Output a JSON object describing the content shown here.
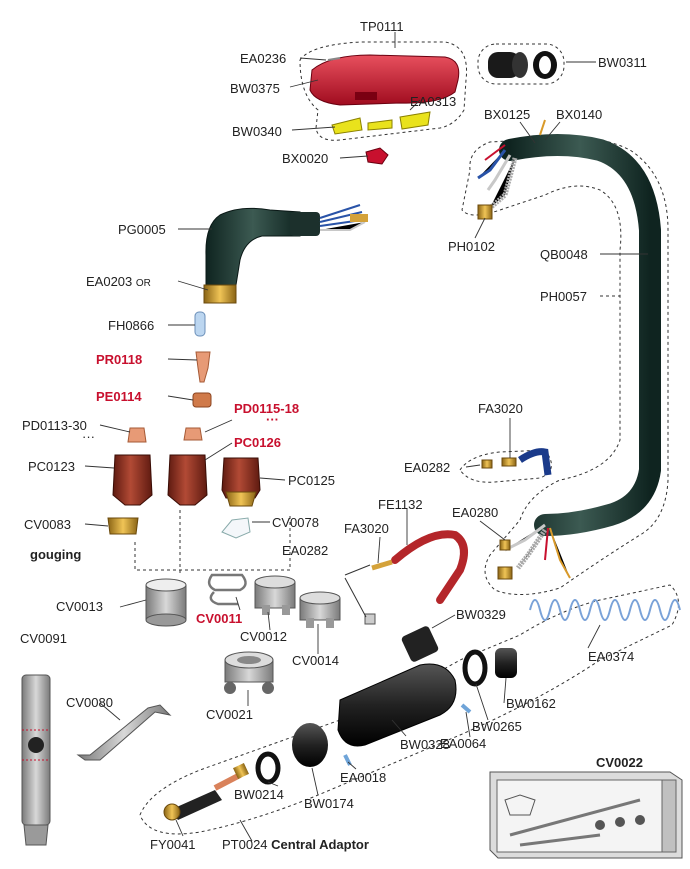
{
  "parts": {
    "tp0111": "TP0111",
    "ea0236": "EA0236",
    "bw0311": "BW0311",
    "bw0375": "BW0375",
    "ea0313": "EA0313",
    "bw0340": "BW0340",
    "bx0020": "BX0020",
    "bx0125": "BX0125",
    "bx0140": "BX0140",
    "pg0005": "PG0005",
    "ph0102": "PH0102",
    "qb0048": "QB0048",
    "ea0203": "EA0203",
    "ea0203_suffix": "OR",
    "ph0057": "PH0057",
    "fh0866": "FH0866",
    "pr0118": "PR0118",
    "pe0114": "PE0114",
    "pd0115_18": "PD0115-18",
    "pd0113_30": "PD0113-30",
    "pc0126": "PC0126",
    "fa3020_top": "FA3020",
    "pc0123": "PC0123",
    "pc0125": "PC0125",
    "ea0282_top": "EA0282",
    "fe1132": "FE1132",
    "cv0083": "CV0083",
    "cv0078": "CV0078",
    "ea0280": "EA0280",
    "fa3020_mid": "FA3020",
    "gouging": "gouging",
    "ea0282_mid": "EA0282",
    "cv0013": "CV0013",
    "cv0011": "CV0011",
    "cv0012": "CV0012",
    "bw0329": "BW0329",
    "cv0091": "CV0091",
    "cv0014": "CV0014",
    "ea0374": "EA0374",
    "cv0080": "CV0080",
    "bw0162": "BW0162",
    "cv0021": "CV0021",
    "bw0265": "BW0265",
    "ea0064": "EA0064",
    "bw0328": "BW0328",
    "ea0018": "EA0018",
    "cv0022": "CV0022",
    "bw0214": "BW0214",
    "bw0174": "BW0174",
    "fy0041": "FY0041",
    "pt0024": "PT0024",
    "central_adaptor": "Central Adaptor"
  },
  "colors": {
    "handle_red": "#c8102e",
    "part_copper": "#d9825b",
    "nozzle_brown": "#8b2a1c",
    "brass": "#c99a2e",
    "hose_dark": "#1e3a34",
    "label_red": "#c8102e"
  }
}
